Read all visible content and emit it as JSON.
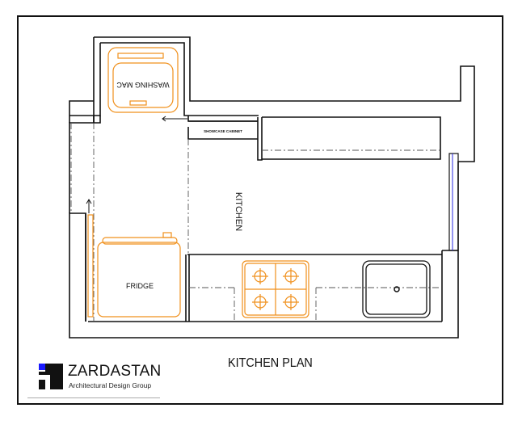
{
  "drawing": {
    "title": "KITCHEN PLAN",
    "room_label": "KITCHEN",
    "colors": {
      "wall": "#111111",
      "appliance": "#f0901c",
      "centerline": "#555555",
      "window_glass": "#2a2ae0",
      "logo_accent": "#1a1aff"
    },
    "appliances": [
      {
        "id": "washing-machine",
        "label": "WASHING MAC"
      },
      {
        "id": "fridge",
        "label": "FRIDGE"
      },
      {
        "id": "cooktop",
        "label": "",
        "burners": 4
      },
      {
        "id": "sink",
        "label": ""
      }
    ],
    "fixtures": [
      {
        "id": "showcase-cabinet",
        "label": "SHOWCASE CABINET"
      }
    ]
  },
  "brand": {
    "name": "ZARDASTAN",
    "subtitle": "Architectural Design Group"
  }
}
